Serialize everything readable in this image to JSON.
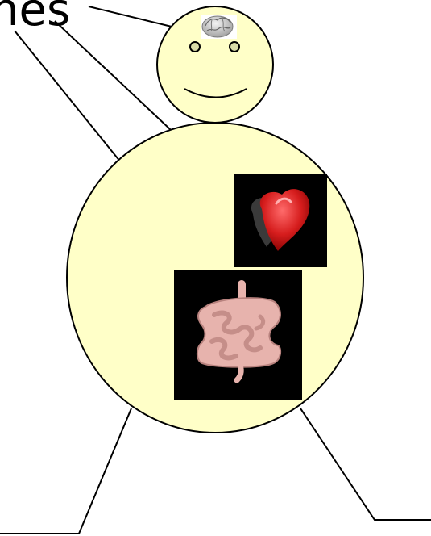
{
  "label": {
    "text": "nes"
  },
  "colors": {
    "body_fill": "#ffffc8",
    "outline": "#000000",
    "organ_background": "#000000",
    "heart": "#d41414",
    "intestine": "#e7b3ad",
    "brain": "#c9c9c9"
  },
  "figure": {
    "parts": [
      "head",
      "eyes",
      "smile",
      "torso",
      "legs",
      "feet"
    ],
    "organs": [
      {
        "name": "brain",
        "icon": "brain-icon"
      },
      {
        "name": "heart",
        "icon": "heart-icon"
      },
      {
        "name": "intestines",
        "icon": "intestines-icon"
      }
    ]
  }
}
